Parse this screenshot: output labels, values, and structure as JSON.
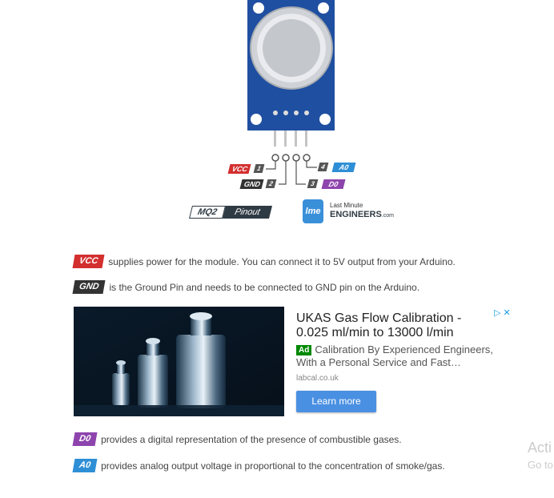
{
  "pinout": {
    "pins": [
      {
        "name": "VCC",
        "number": "1",
        "color": "#d32f2f"
      },
      {
        "name": "GND",
        "number": "2",
        "color": "#333333"
      },
      {
        "name": "D0",
        "number": "3",
        "color": "#8e44ad"
      },
      {
        "name": "A0",
        "number": "4",
        "color": "#2e8fd6"
      }
    ],
    "title_left": "MQ2",
    "title_right": "Pinout",
    "logo": {
      "line1": "Last Minute",
      "line2": "ENGINEERS",
      "suffix": ".com",
      "mark": "lme"
    },
    "board_color": "#1f4fa0"
  },
  "descriptions": {
    "vcc": {
      "pin": "VCC",
      "text": "supplies power for the module. You can connect it to 5V output from your Arduino."
    },
    "gnd": {
      "pin": "GND",
      "text": "is the Ground Pin and needs to be connected to GND pin on the Arduino."
    },
    "d0": {
      "pin": "D0",
      "text": "provides a digital representation of the presence of combustible gases."
    },
    "a0": {
      "pin": "A0",
      "text": "provides analog output voltage in proportional to the concentration of smoke/gas."
    }
  },
  "ad": {
    "title": "UKAS Gas Flow Calibration - 0.025 ml/min to 13000 l/min",
    "badge": "Ad",
    "description": "Calibration By Experienced Engineers, With a Personal Service and Fast…",
    "domain": "labcal.co.uk",
    "button": "Learn more",
    "choices_icon": "ad-choices-icon"
  },
  "watermark": {
    "line1": "Acti",
    "line2": "Go to"
  }
}
